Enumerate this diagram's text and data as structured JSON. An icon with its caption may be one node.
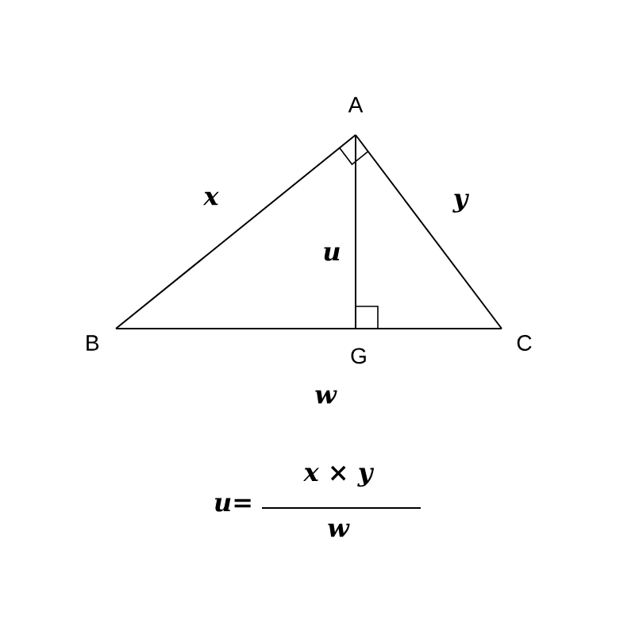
{
  "diagram": {
    "nodes": [
      {
        "text": [
          "A"
        ]
      },
      {
        "text": [
          "B"
        ]
      },
      {
        "text": [
          "C"
        ]
      },
      {
        "text": [
          "G"
        ]
      }
    ],
    "edges": [
      {
        "from": 1,
        "to": 0,
        "arrow": "none",
        "label": "x"
      },
      {
        "from": 0,
        "to": 2,
        "arrow": "none",
        "label": "y"
      },
      {
        "from": 0,
        "to": 3,
        "arrow": "none",
        "label": "u"
      },
      {
        "from": 1,
        "to": 2,
        "arrow": "none",
        "label": "w"
      }
    ],
    "labels": [
      "u=",
      "x × y",
      "w"
    ]
  }
}
